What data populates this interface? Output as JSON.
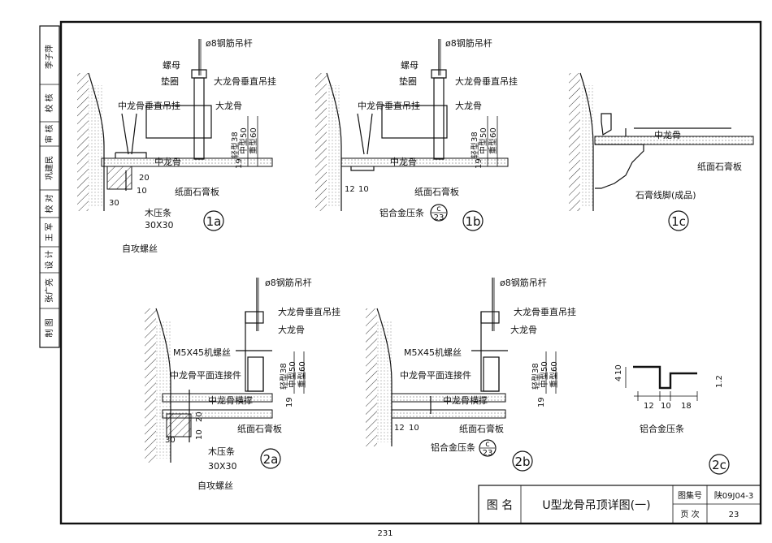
{
  "side_bar": {
    "cells": [
      "李子萍",
      "校 核",
      "审 核",
      "巩建民",
      "校 对",
      "王 军",
      "设 计",
      "张广亮",
      "制 图"
    ]
  },
  "detail_1a": {
    "rod": "ø8钢筋吊杆",
    "nut": "螺母",
    "washer": "垫圈",
    "hanger_main": "大龙骨垂直吊挂",
    "hanger_mid": "中龙骨垂直吊挂",
    "main_joist": "大龙骨",
    "mid_joist": "中龙骨",
    "board": "纸面石膏板",
    "dim_38": "38",
    "dim_50": "中型50",
    "dim_60": "重型60",
    "dim_light": "轻型",
    "dim_19": "19",
    "dim_20": "20",
    "dim_10": "10",
    "dim_30": "30",
    "wood_strip": "木压条",
    "wood_size": "30X30",
    "screw": "自攻螺丝",
    "tag": "1a"
  },
  "detail_1b": {
    "rod": "ø8钢筋吊杆",
    "nut": "螺母",
    "washer": "垫圈",
    "hanger_main": "大龙骨垂直吊挂",
    "hanger_mid": "中龙骨垂直吊挂",
    "main_joist": "大龙骨",
    "mid_joist": "中龙骨",
    "board": "纸面石膏板",
    "dim_38": "38",
    "dim_50": "中型50",
    "dim_60": "重型60",
    "dim_light": "轻型",
    "dim_19": "19",
    "dim_12": "12",
    "dim_10": "10",
    "alu": "铝合金压条",
    "ref_top": "c",
    "ref_bottom": "23",
    "tag": "1b"
  },
  "detail_1c": {
    "mid_joist": "中龙骨",
    "board": "纸面石膏板",
    "cornice": "石膏线脚(成品)",
    "tag": "1c"
  },
  "detail_2a": {
    "rod": "ø8钢筋吊杆",
    "hanger_main": "大龙骨垂直吊挂",
    "main_joist": "大龙骨",
    "bolt": "M5X45机螺丝",
    "connector": "中龙骨平面连接件",
    "brace": "中龙骨横撑",
    "board": "纸面石膏板",
    "dim_38": "38",
    "dim_50": "中型50",
    "dim_60": "重型60",
    "dim_light": "轻型",
    "dim_19": "19",
    "dim_20": "20",
    "dim_10": "10",
    "dim_30": "30",
    "wood_strip": "木压条",
    "wood_size": "30X30",
    "screw": "自攻螺丝",
    "tag": "2a"
  },
  "detail_2b": {
    "rod": "ø8钢筋吊杆",
    "hanger_main": "大龙骨垂直吊挂",
    "main_joist": "大龙骨",
    "bolt": "M5X45机螺丝",
    "connector": "中龙骨平面连接件",
    "brace": "中龙骨横撑",
    "board": "纸面石膏板",
    "dim_38": "38",
    "dim_50": "中型50",
    "dim_60": "重型60",
    "dim_light": "轻型",
    "dim_19": "19",
    "dim_12": "12",
    "dim_10": "10",
    "alu": "铝合金压条",
    "ref_top": "c",
    "ref_bottom": "23",
    "tag": "2b"
  },
  "detail_2c": {
    "dim_4": "4",
    "dim_10v": "10",
    "dim_12v": "1.2",
    "dim_12": "12",
    "dim_10": "10",
    "dim_18": "18",
    "caption": "铝合金压条",
    "tag": "2c"
  },
  "title_block": {
    "label_name": "图 名",
    "title": "U型龙骨吊顶详图(一)",
    "label_set": "图集号",
    "set_no": "陕09J04-3",
    "label_page": "页 次",
    "page_no": "23"
  },
  "page_number": "231"
}
